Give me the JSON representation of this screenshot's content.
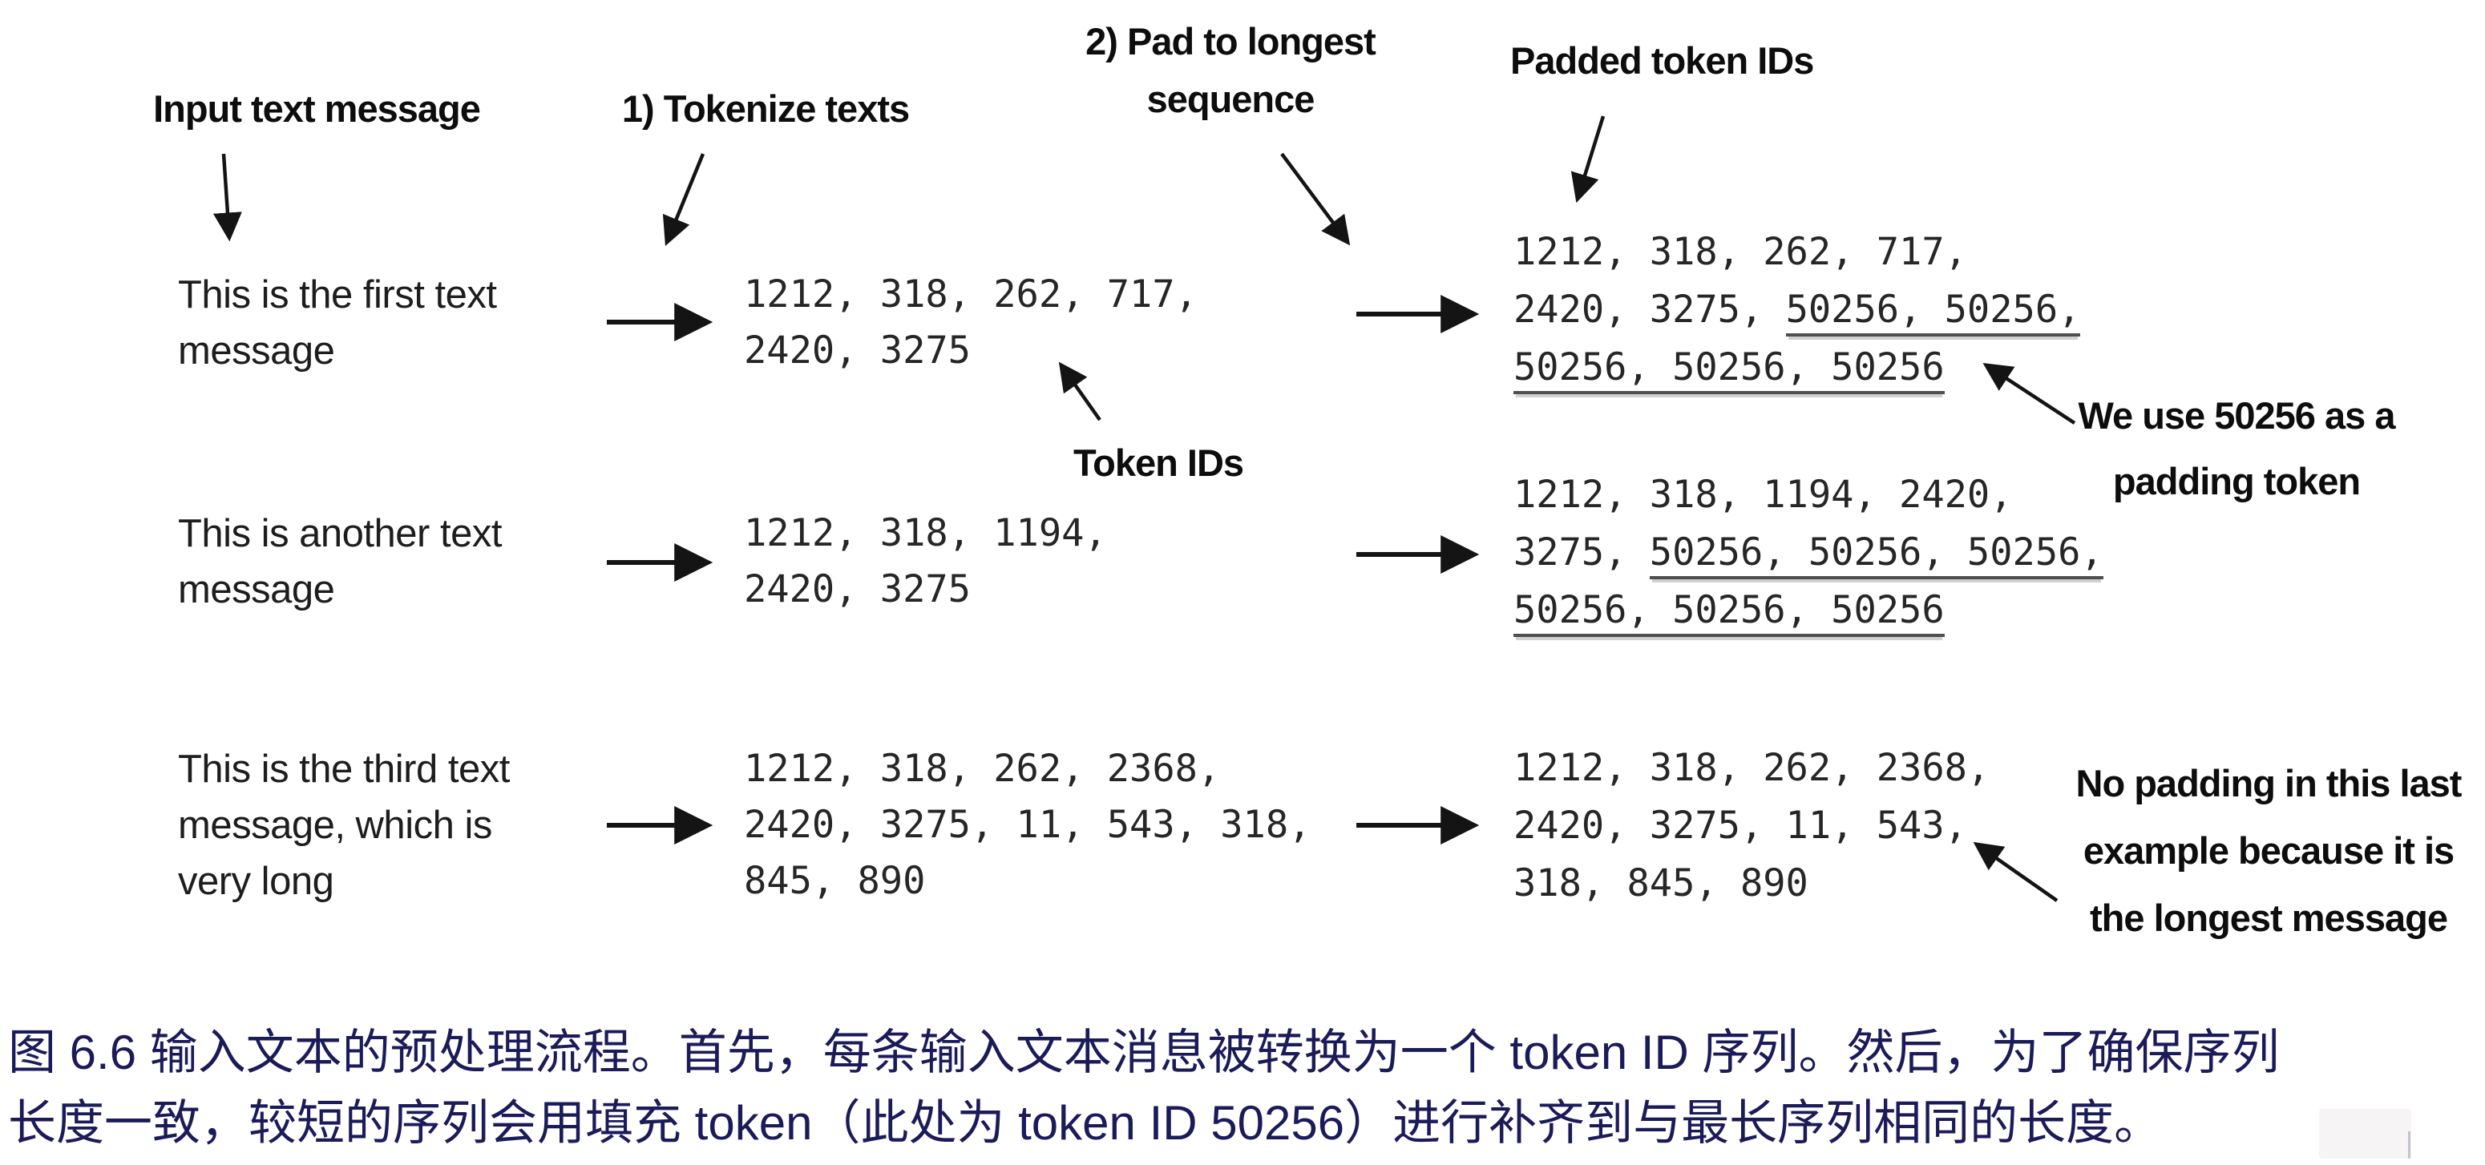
{
  "colors": {
    "caption_text": "#1b1b5a",
    "diagram_text": "#1a1a1a",
    "underline": "#4f4f4f"
  },
  "figure": {
    "stage_labels": {
      "input": "Input text message",
      "tokenize": "1) Tokenize texts",
      "pad": "2) Pad to longest\nsequence",
      "padded_output": "Padded token IDs"
    },
    "annotations": {
      "token_ids": "Token IDs",
      "padding_token_note": "We use 50256 as a\npadding token",
      "no_padding_note": "No padding in this last\nexample because it is\nthe longest message"
    },
    "rows": [
      {
        "message": "This is the first text\nmessage",
        "token_ids": "1212, 318, 262, 717,\n2420, 3275",
        "padded": [
          [
            {
              "t": "1212, 318, 262, 717,",
              "u": false
            }
          ],
          [
            {
              "t": "2420, 3275, ",
              "u": false
            },
            {
              "t": "50256, 50256,",
              "u": true
            }
          ],
          [
            {
              "t": "50256, 50256, 50256",
              "u": true
            }
          ]
        ]
      },
      {
        "message": "This is another text\nmessage",
        "token_ids": "1212, 318, 1194,\n2420, 3275",
        "padded": [
          [
            {
              "t": "1212, 318, 1194, 2420,",
              "u": false
            }
          ],
          [
            {
              "t": "3275, ",
              "u": false
            },
            {
              "t": "50256, 50256, 50256,",
              "u": true
            }
          ],
          [
            {
              "t": "50256, 50256, 50256",
              "u": true
            }
          ]
        ]
      },
      {
        "message": "This is the third text\nmessage, which is\nvery long",
        "token_ids": "1212, 318, 262, 2368,\n2420, 3275, 11, 543, 318,\n845, 890",
        "padded": [
          [
            {
              "t": "1212, 318, 262, 2368,",
              "u": false
            }
          ],
          [
            {
              "t": "2420, 3275, 11, 543,",
              "u": false
            }
          ],
          [
            {
              "t": "318, 845, 890",
              "u": false
            }
          ]
        ]
      }
    ]
  },
  "caption": {
    "text": "图 6.6 输入文本的预处理流程。首先，每条输入文本消息被转换为一个 token ID 序列。然后，为了确保序列\n长度一致，较短的序列会用填充 token（此处为 token ID 50256）进行补齐到与最长序列相同的长度。"
  }
}
